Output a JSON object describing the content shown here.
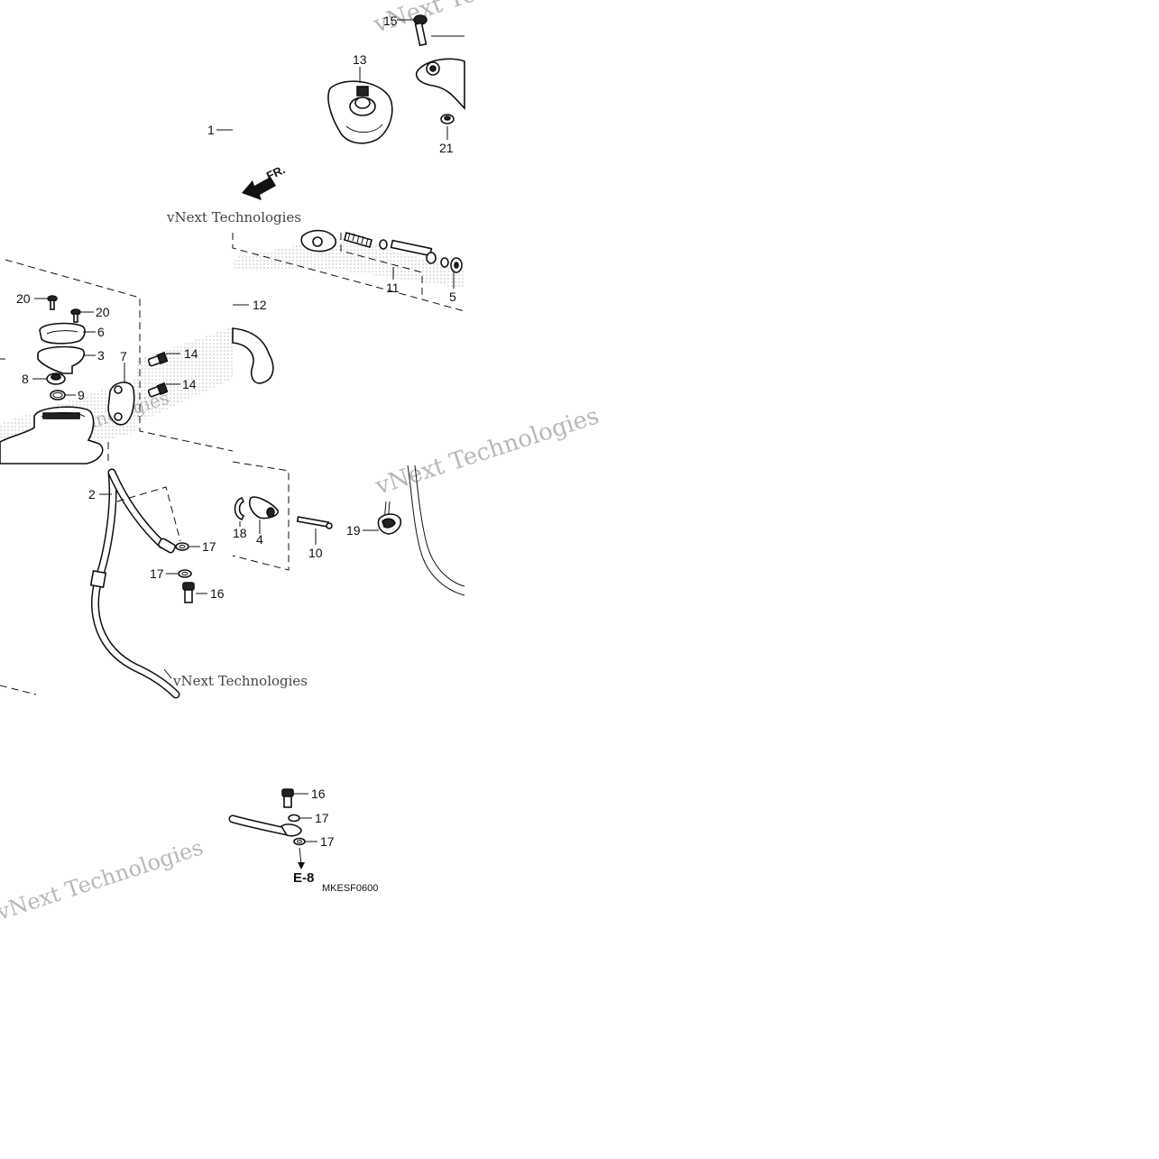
{
  "diagram": {
    "code": "MKESF0600",
    "reference": "E-8",
    "direction_label": "FR.",
    "watermark": "vNext Technologies",
    "callouts": [
      {
        "id": "c15",
        "label": "15"
      },
      {
        "id": "c13",
        "label": "13"
      },
      {
        "id": "c1",
        "label": "1"
      },
      {
        "id": "c21",
        "label": "21"
      },
      {
        "id": "c11",
        "label": "11"
      },
      {
        "id": "c5",
        "label": "5"
      },
      {
        "id": "c12",
        "label": "12"
      },
      {
        "id": "c20a",
        "label": "20"
      },
      {
        "id": "c20b",
        "label": "20"
      },
      {
        "id": "c6",
        "label": "6"
      },
      {
        "id": "c3",
        "label": "3"
      },
      {
        "id": "c7",
        "label": "7"
      },
      {
        "id": "c14a",
        "label": "14"
      },
      {
        "id": "c14b",
        "label": "14"
      },
      {
        "id": "c8",
        "label": "8"
      },
      {
        "id": "c9",
        "label": "9"
      },
      {
        "id": "c2",
        "label": "2"
      },
      {
        "id": "c17a",
        "label": "17"
      },
      {
        "id": "c17b",
        "label": "17"
      },
      {
        "id": "c16a",
        "label": "16"
      },
      {
        "id": "c18",
        "label": "18"
      },
      {
        "id": "c4",
        "label": "4"
      },
      {
        "id": "c10",
        "label": "10"
      },
      {
        "id": "c19",
        "label": "19"
      },
      {
        "id": "c16b",
        "label": "16"
      },
      {
        "id": "c17c",
        "label": "17"
      },
      {
        "id": "c17d",
        "label": "17"
      }
    ]
  }
}
